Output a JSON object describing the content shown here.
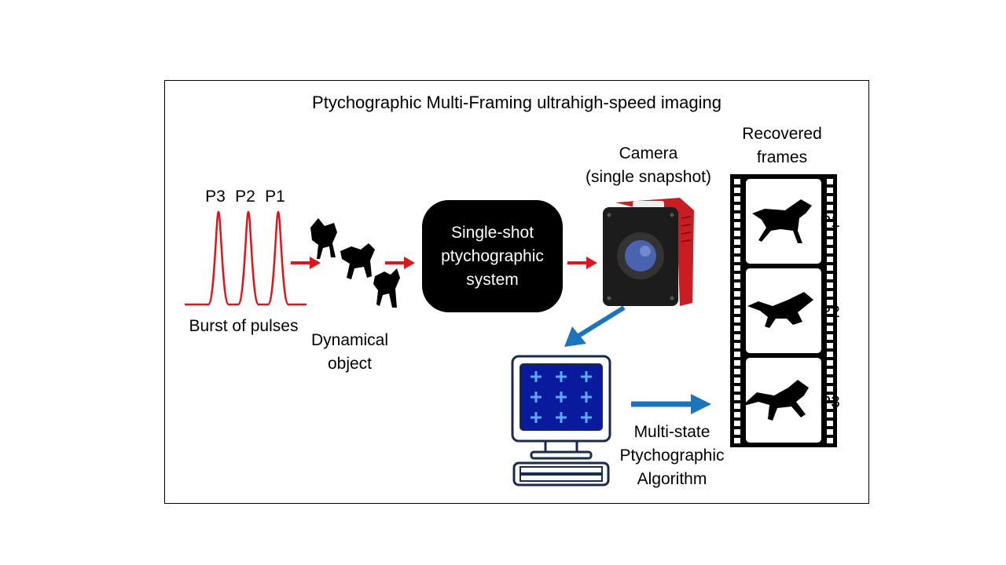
{
  "title": "Ptychographic Multi-Framing ultrahigh-speed imaging",
  "pulses": {
    "labels": [
      "P3",
      "P2",
      "P1"
    ],
    "caption": "Burst of pulses",
    "color": "#e0141b"
  },
  "object": {
    "caption_line1": "Dynamical",
    "caption_line2": "object"
  },
  "system": {
    "line1": "Single-shot",
    "line2": "ptychographic",
    "line3": "system"
  },
  "camera": {
    "caption_line1": "Camera",
    "caption_line2": "(single snapshot)",
    "body_color": "#c81e23"
  },
  "algorithm": {
    "line1": "Multi-state",
    "line2": "Ptychographic",
    "line3": "Algorithm"
  },
  "recovered": {
    "caption_line1": "Recovered",
    "caption_line2": "frames",
    "frame_labels": [
      "P1",
      "P2",
      "P3"
    ]
  },
  "colors": {
    "red_arrow": "#e0141b",
    "blue_arrow": "#1b75bc",
    "screen": "#0a1a9c"
  }
}
